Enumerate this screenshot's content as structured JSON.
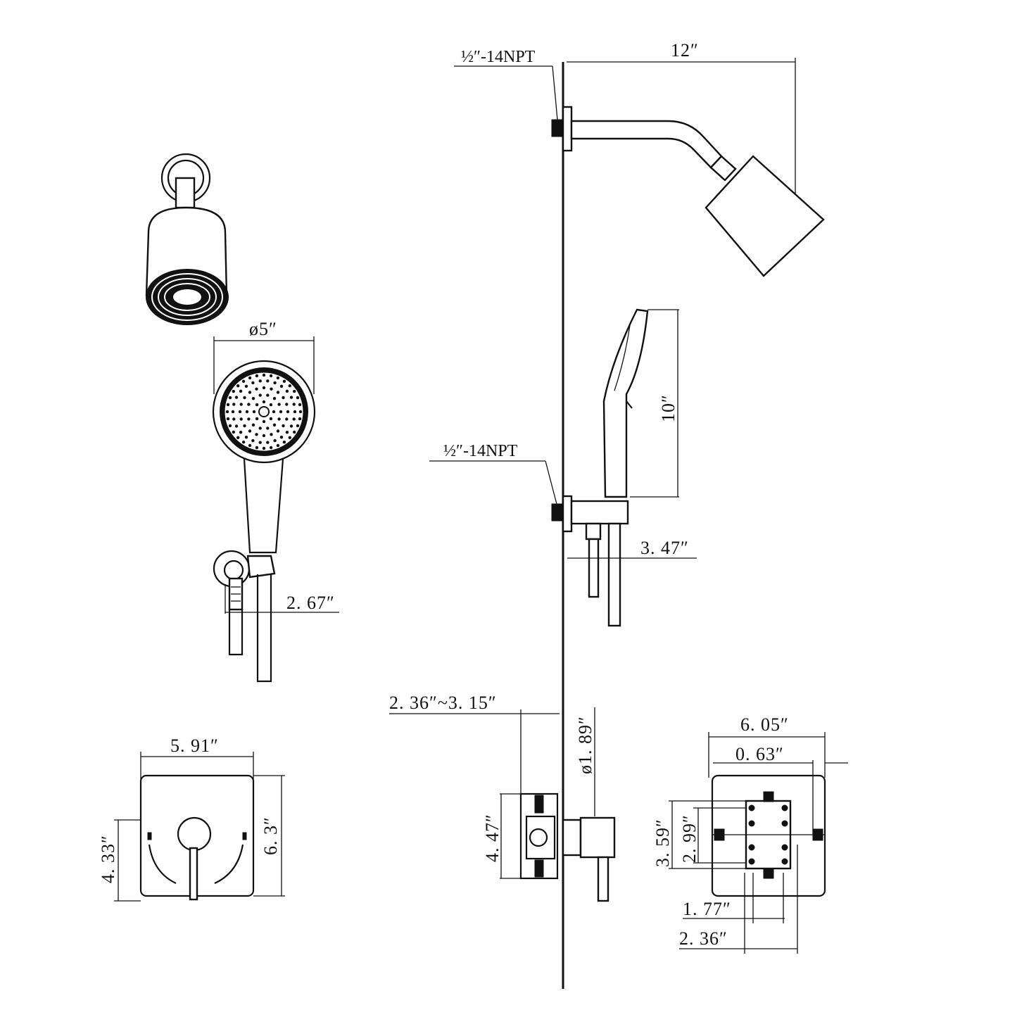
{
  "dimensions": {
    "npt_top": "½″-14NPT",
    "arm_length": "12″",
    "handshower_diameter": "ø5″",
    "handshower_height": "10″",
    "npt_mid": "½″-14NPT",
    "bracket_depth": "3. 47″",
    "bracket_width": "2. 67″",
    "wall_thickness_range": "2. 36″~3. 15″",
    "valve_diameter": "ø1. 89″",
    "valve_height": "4. 47″",
    "trim_width": "5. 91″",
    "trim_height": "6. 3″",
    "trim_inner_height": "4. 33″",
    "rough_width": "6. 05″",
    "rough_offset": "0. 63″",
    "rough_height_outer": "3. 59″",
    "rough_height_inner": "2. 99″",
    "rough_small_width": "1. 77″",
    "rough_large_width": "2. 36″"
  }
}
